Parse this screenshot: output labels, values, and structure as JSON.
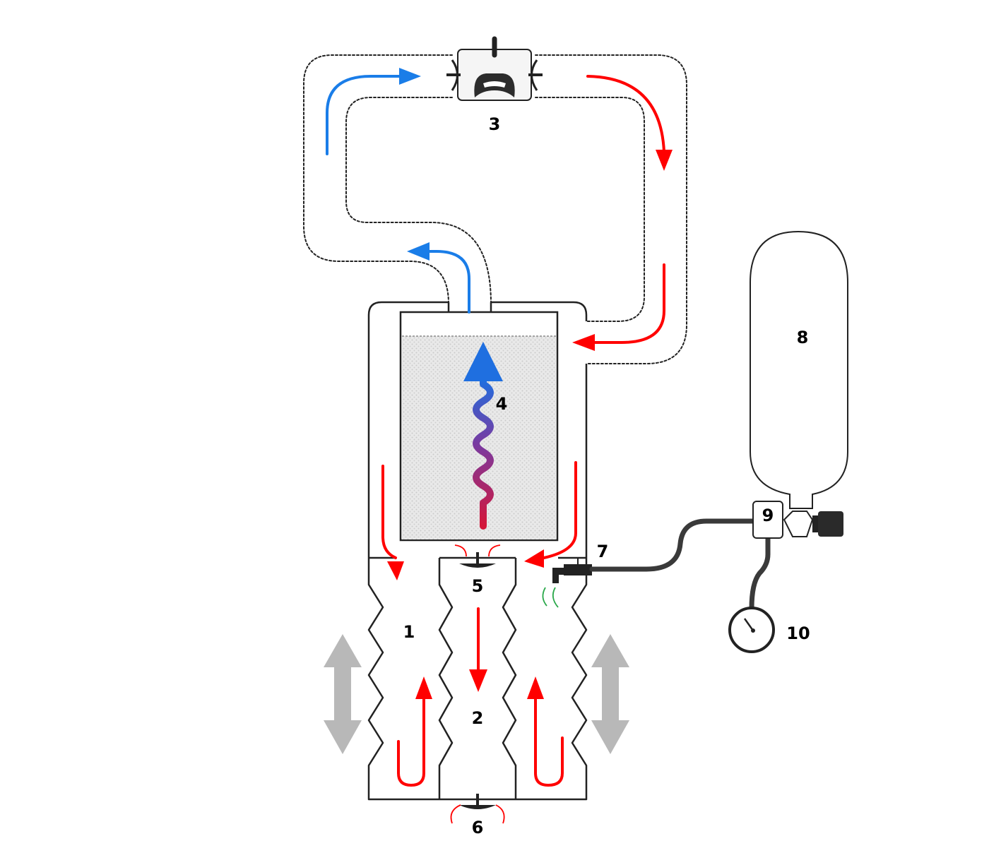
{
  "labels": {
    "l1": "1",
    "l2": "2",
    "l3": "3",
    "l4": "4",
    "l5": "5",
    "l6": "6",
    "l7": "7",
    "l8": "8",
    "l9": "9",
    "l10": "10"
  },
  "colors": {
    "outline": "#222222",
    "exhale_flow": "#ff0000",
    "inhale_flow": "#1a7de8",
    "scrubber_gradient_top": "#1f6fe0",
    "scrubber_gradient_bottom": "#d4173a",
    "bellows_motion": "#b8b8b8",
    "gas_injection": "#2aa84a",
    "hose": "#3a3a3a"
  },
  "icons": {
    "mouthpiece": "mouthpiece-icon",
    "pressure_gauge": "pressure-gauge-icon",
    "cylinder_valve": "valve-knob-icon"
  }
}
